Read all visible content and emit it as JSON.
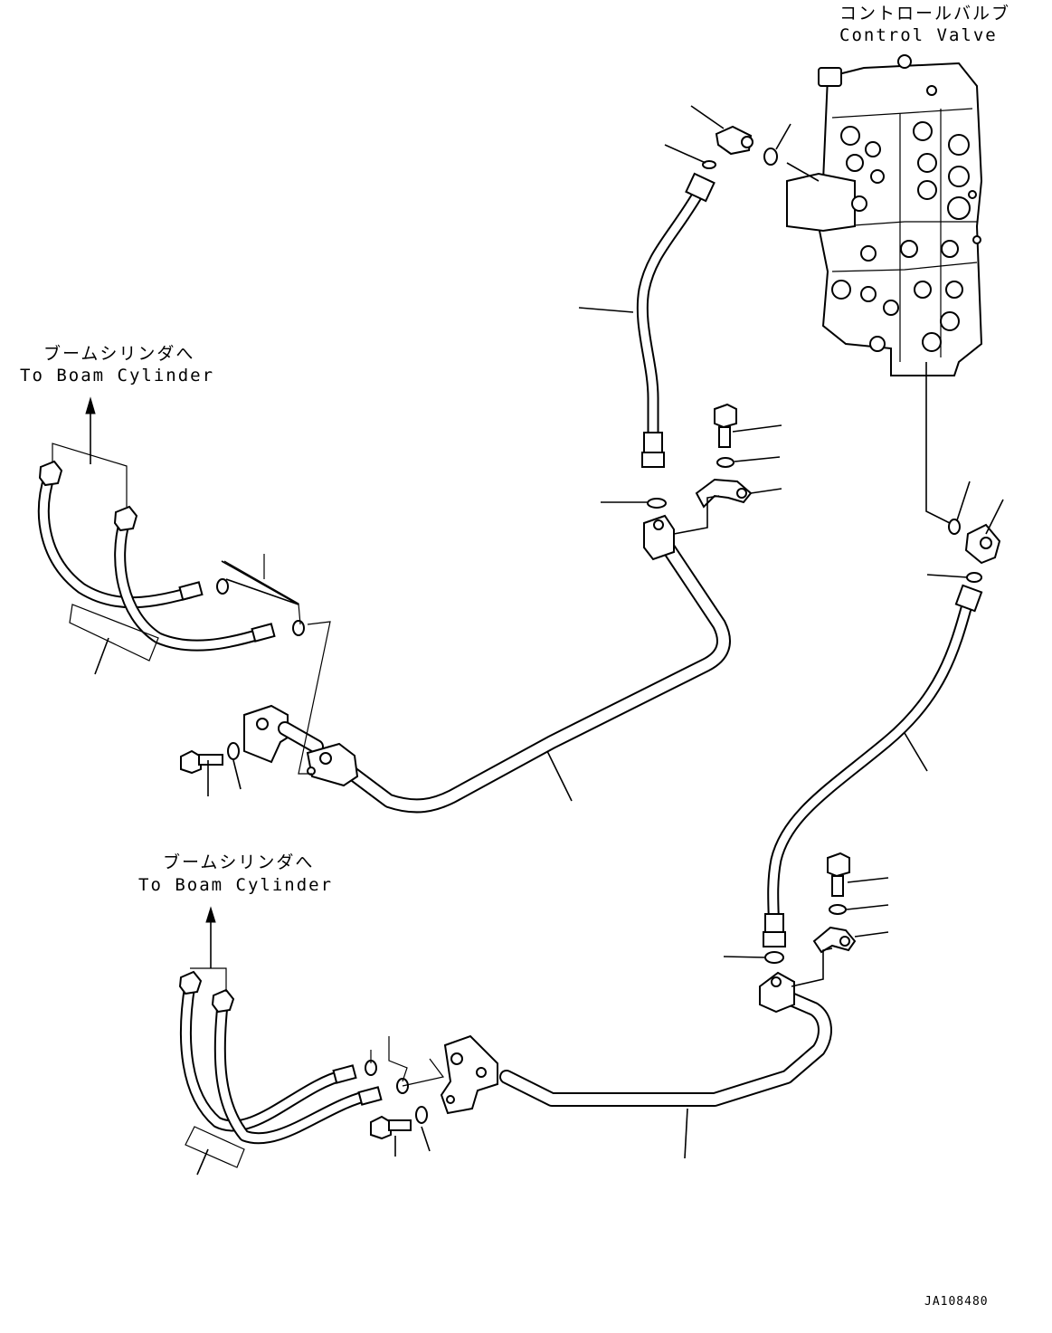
{
  "labels": {
    "control_valve_jp": "コントロールバルブ",
    "control_valve_en": "Control Valve",
    "boom_cyl_top_jp": "ブームシリンダへ",
    "boom_cyl_top_en": "To Boam Cylinder",
    "boom_cyl_bottom_jp": "ブームシリンダへ",
    "boom_cyl_bottom_en": "To Boam Cylinder",
    "drawing_number": "JA108480"
  }
}
